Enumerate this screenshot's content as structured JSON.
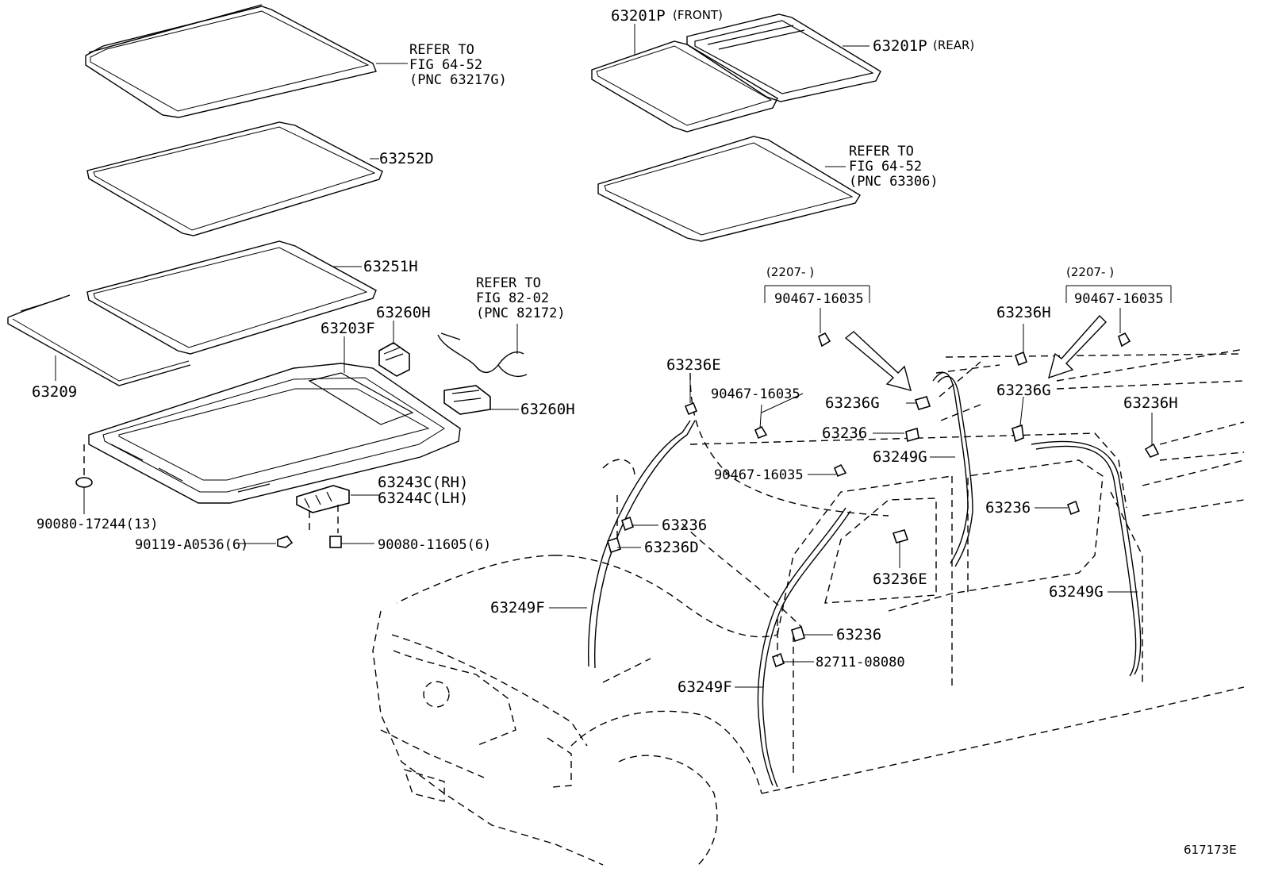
{
  "labels": {
    "p63201p_front": "63201P",
    "front_note": "(FRONT)",
    "p63201p_rear": "63201P",
    "rear_note": "(REAR)",
    "ref_a_1": "REFER TO",
    "ref_a_2": "FIG 64-52",
    "ref_a_3": "(PNC 63217G)",
    "ref_b_1": "REFER TO",
    "ref_b_2": "FIG 64-52",
    "ref_b_3": "(PNC 63306)",
    "ref_c_1": "REFER TO",
    "ref_c_2": "FIG 82-02",
    "ref_c_3": "(PNC 82172)",
    "p63252d": "63252D",
    "p63251h": "63251H",
    "p63260h_a": "63260H",
    "p63260h_b": "63260H",
    "p63203f": "63203F",
    "p63209": "63209",
    "p63243c": "63243C(RH)",
    "p63244c": "63244C(LH)",
    "p90080_17244": "90080-17244(13)",
    "p90119": "90119-A0536(6)",
    "p90080_11605": "90080-11605(6)",
    "date_a": "(2207-     )",
    "clip_a": "90467-16035",
    "date_b": "(2207-     )",
    "clip_b": "90467-16035",
    "p63236h_a": "63236H",
    "p63236e_a": "63236E",
    "clip_c": "90467-16035",
    "p63236g_a": "63236G",
    "p63236_a": "63236",
    "p63249g_a": "63249G",
    "p63236g_b": "63236G",
    "p63236h_b": "63236H",
    "clip_d": "90467-16035",
    "p63236_b": "63236",
    "p63236_c": "63236",
    "p63236d": "63236D",
    "p63236e_b": "63236E",
    "p63249g_b": "63249G",
    "p63249f_a": "63249F",
    "p63236_d": "63236",
    "p82711": "82711-08080",
    "p63249f_b": "63249F",
    "figure_id": "617173E"
  }
}
